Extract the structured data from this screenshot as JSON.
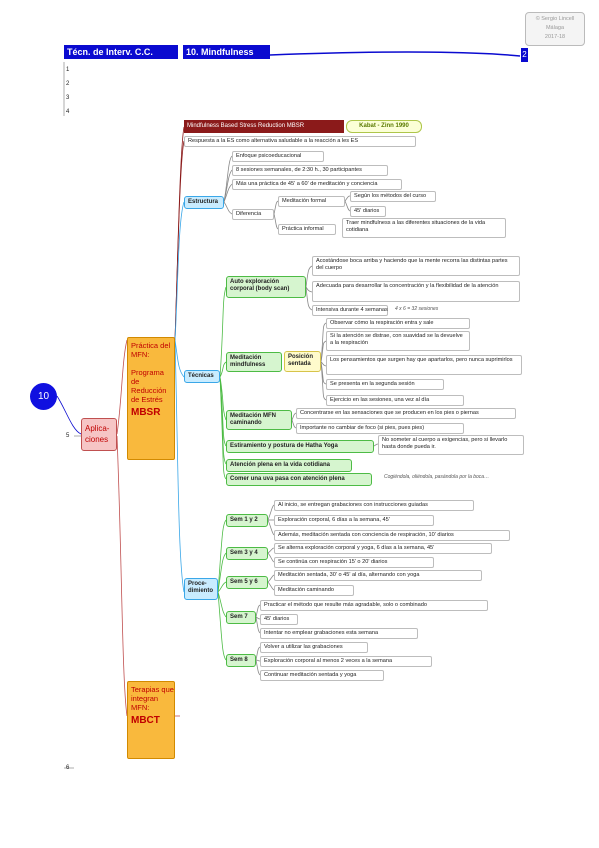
{
  "copyright": "© Sergio Lincell\nMálaga\n2017-18",
  "header": {
    "section": "Técn. de Interv. C.C.",
    "topic": "10. Mindfulness",
    "page": "2"
  },
  "topnums": [
    "1",
    "2",
    "3",
    "4"
  ],
  "bottom_left": {
    "num5": "5",
    "num6": "6"
  },
  "root": {
    "num": "10",
    "label": "Aplica-\nciones"
  },
  "practica": {
    "label": "Práctica del MFN:\n\nPrograma de Reducción de Estrés",
    "tag": "MBSR"
  },
  "terapias": {
    "label": "Terapias que integran MFN:",
    "tag": "MBCT"
  },
  "mbsr_title": "Mindfulness Based Stress Reduction   MBSR",
  "kabat": "Kabat - Zinn 1990",
  "respuesta": "Respuesta a la ES como alternativa saludable a la reacción a les ES",
  "estructura": {
    "label": "Estructura",
    "items": [
      "Enfoque psicoeducacional",
      "8 sesiones semanales, de 2:30 h., 30 participantes",
      "Más una práctica de 45' a 60' de meditación y conciencia"
    ],
    "diferencia": "Diferencia",
    "formal": "Meditación formal",
    "formal_items": [
      "Según los métodos del curso",
      "45' diarios"
    ],
    "informal": "Práctica informal",
    "informal_item": "Traer mindfulness a las diferentes situaciones de la vida cotidiana"
  },
  "tecnicas": {
    "label": "Técnicas",
    "body_scan": "Auto exploración corporal (body scan)",
    "body_items": [
      "Acostándose boca arriba y haciendo que la mente recorra las distintas partes del cuerpo",
      "Adecuada para desarrollar la concentración y la flexibilidad de la atención",
      "Intensiva durante 4 semanas"
    ],
    "body_note": "4 x 6 = 32 sesiones",
    "sentada": "Meditación mindfulness",
    "sentada_tag": "Posición sentada",
    "sentada_items": [
      "Observar cómo la respiración entra y sale",
      "Si la atención se distrae, con suavidad se la devuelve a la respiración",
      "Los pensamientos que surgen hay que apartarlos, pero nunca suprimirlos",
      "Se presenta en la segunda sesión",
      "Ejercicio en las sesiones, una vez al día"
    ],
    "caminando": "Meditación MFN caminando",
    "caminando_items": [
      "Concentrarse en las sensaciones que se producen en los pies o piernas",
      "Importante no cambiar de foco (si pies, pues pies)"
    ],
    "hatha": "Estiramiento y postura de Hatha Yoga",
    "hatha_item": "No someter al cuerpo a exigencias, pero si llevarlo hasta donde pueda ir.",
    "atencion": "Atención plena en la vida cotidiana",
    "comer": "Comer una uva pasa con atención plena",
    "comer_note": "Cogiéndola, oliéndola, pasándola por la boca…"
  },
  "procedimiento": {
    "label": "Proce-\ndimiento",
    "sem12": "Sem 1 y 2",
    "sem12_items": [
      "Al inicio, se entregan grabaciones con instrucciones guiadas",
      "Exploración corporal, 6 días a la semana, 45'",
      "Además, meditación sentada con conciencia de respiración, 10' diarios"
    ],
    "sem34": "Sem 3 y 4",
    "sem34_items": [
      "Se alterna exploración corporal y yoga, 6 días a la semana, 45'",
      "Se continúa con respiración 15' o 20' diarios"
    ],
    "sem56": "Sem 5 y 6",
    "sem56_items": [
      "Meditación sentada, 30' o 45' al día, alternando con yoga",
      "Meditación caminando"
    ],
    "sem7": "Sem 7",
    "sem7_items": [
      "Practicar el método que resulte más agradable, solo o combinado",
      "45' diarios",
      "Intentar no emplear grabaciones esta semana"
    ],
    "sem8": "Sem 8",
    "sem8_items": [
      "Volver a utilizar las grabaciones",
      "Exploración corporal al menos 2 veces a la semana",
      "Continuar meditación sentada y yoga"
    ]
  }
}
